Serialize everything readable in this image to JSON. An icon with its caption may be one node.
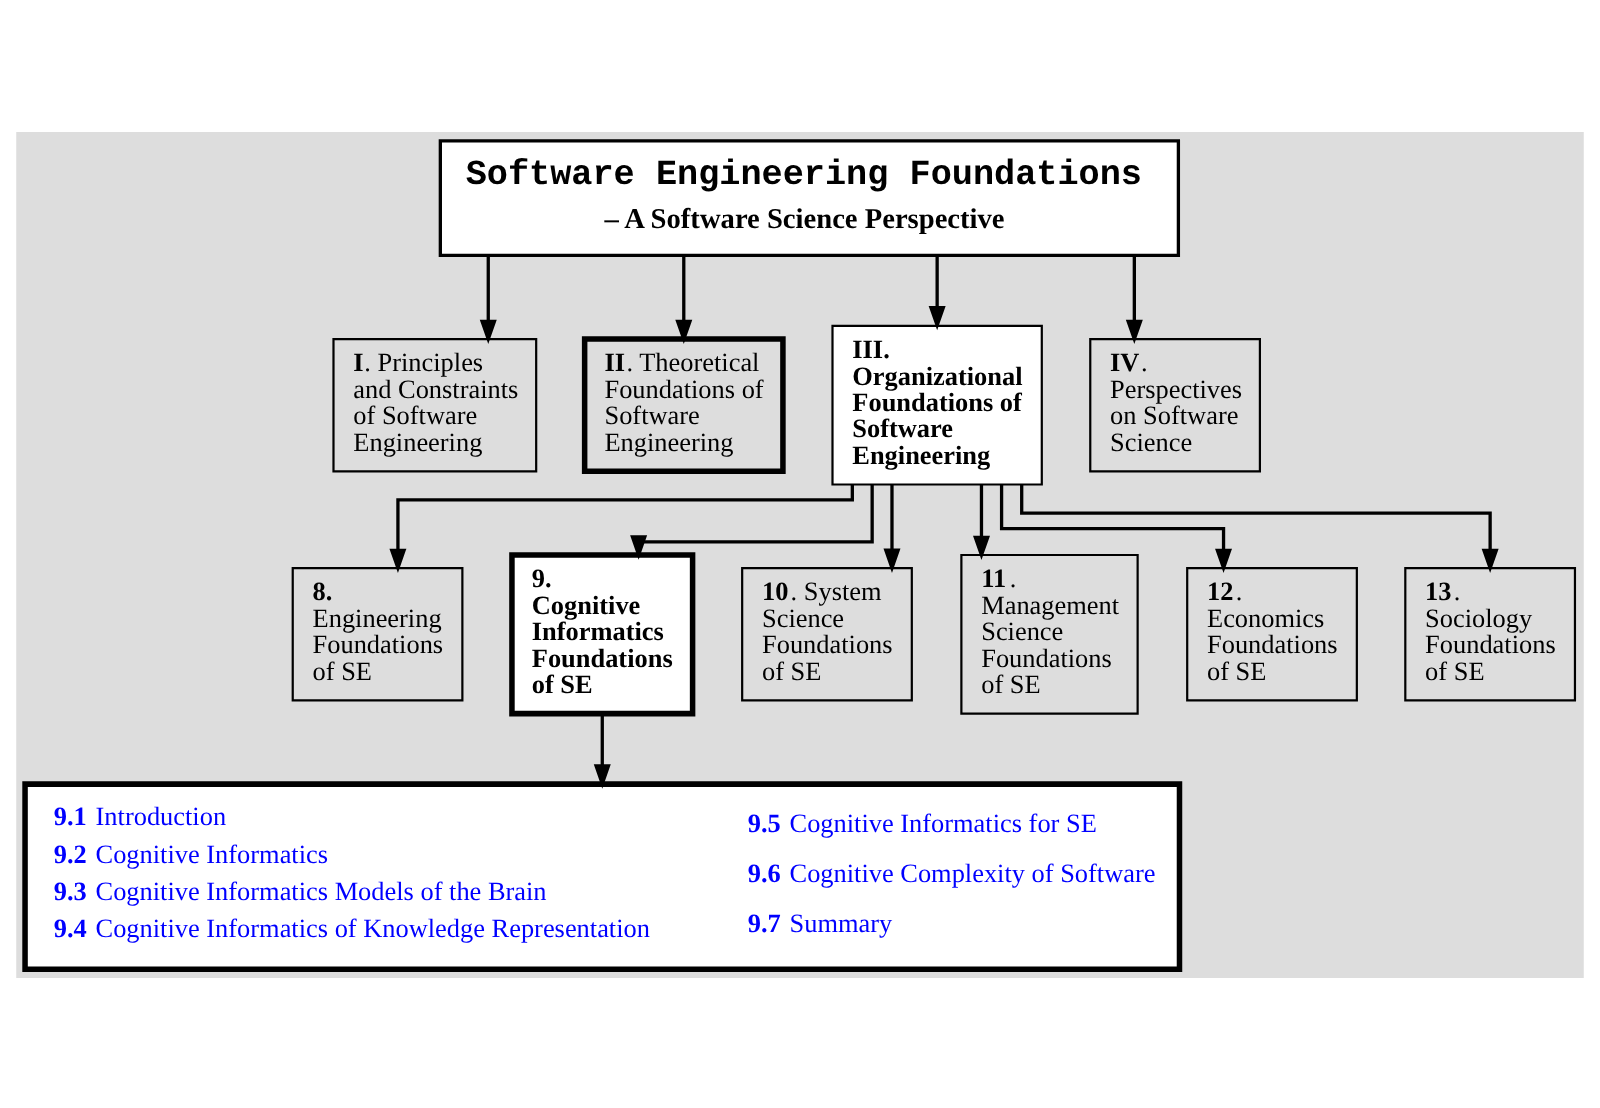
{
  "diagram": {
    "nodes": [
      {
        "text": [
          "Software Engineering Foundations",
          "– A Software Science Perspective"
        ]
      },
      {
        "text": [
          "**I**. Principles and Constraints of Software Engineering"
        ]
      },
      {
        "text": [
          "**II**. Theoretical Foundations of Software Engineering"
        ]
      },
      {
        "text": [
          "III. Organizational Foundations of Software Engineering"
        ]
      },
      {
        "text": [
          "**IV**. Perspectives on Software Science"
        ]
      },
      {
        "text": [
          "**8.** Engineering Foundations of SE"
        ]
      },
      {
        "text": [
          "9. Cognitive Informatics Foundations of SE"
        ]
      },
      {
        "text": [
          "**10**. System Science Foundations of SE"
        ]
      },
      {
        "text": [
          "**11**. Management Science Foundations of SE"
        ]
      },
      {
        "text": [
          "**12**. Economics Foundations of SE"
        ]
      },
      {
        "text": [
          "**13**. Sociology Foundations of SE"
        ]
      },
      {
        "text": [
          "**9.1** Introduction",
          "**9.2** Cognitive Informatics",
          "**9.3** Cognitive Informatics Models of the Brain",
          "**9.4** Cognitive Informatics of Knowledge Representation",
          "**9.5** Cognitive Informatics for SE",
          "**9.6** Cognitive Complexity of Software",
          "**9.7** Summary"
        ]
      }
    ],
    "edges": [
      {
        "from": 0,
        "to": 1,
        "arrow": "to"
      },
      {
        "from": 0,
        "to": 2,
        "arrow": "to"
      },
      {
        "from": 0,
        "to": 3,
        "arrow": "to"
      },
      {
        "from": 0,
        "to": 4,
        "arrow": "to"
      },
      {
        "from": 3,
        "to": 5,
        "arrow": "to"
      },
      {
        "from": 3,
        "to": 6,
        "arrow": "to"
      },
      {
        "from": 3,
        "to": 7,
        "arrow": "to"
      },
      {
        "from": 3,
        "to": 8,
        "arrow": "to"
      },
      {
        "from": 3,
        "to": 9,
        "arrow": "to"
      },
      {
        "from": 3,
        "to": 10,
        "arrow": "to"
      },
      {
        "from": 6,
        "to": 11,
        "arrow": "to"
      }
    ]
  }
}
